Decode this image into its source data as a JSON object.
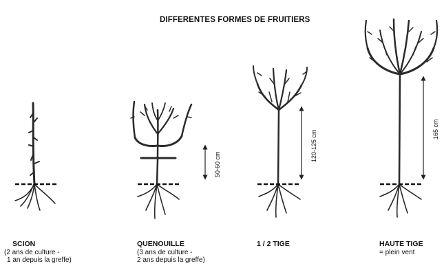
{
  "title": "DIFFERENTES FORMES DE FRUITIERS",
  "trees": [
    {
      "name": "SCION",
      "details": [
        "(2 ans de culture -",
        "1 an depuis la greffe)"
      ]
    },
    {
      "name": "QUENOUILLE",
      "details": [
        "(3 ans de culture -",
        "2 ans depuis la greffe)"
      ],
      "height": "50-60 cm"
    },
    {
      "name": "1 / 2 TIGE",
      "details": [],
      "height": "120-125 cm"
    },
    {
      "name": "HAUTE TIGE",
      "details": [
        "= plein vent"
      ],
      "height": "165 cm"
    }
  ]
}
